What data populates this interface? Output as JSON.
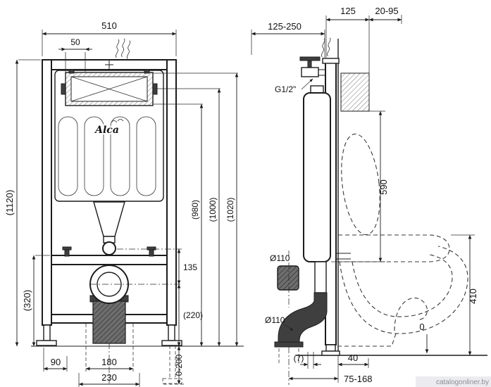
{
  "watermark": "catalogonliner.by",
  "front_view": {
    "logo": "Alca",
    "dim_width_total": "510",
    "dim_plate_offset": "50",
    "dim_height_total": "(1120)",
    "dim_lower_frame": "(320)",
    "dim_foot_offset": "90",
    "dim_drain_spacing": "180",
    "dim_base_width": "230",
    "dim_bracket_height": "135",
    "dim_drain_height": "(220)",
    "dim_leg_adjust": "0-200",
    "dim_plate_h1": "(980)",
    "dim_plate_h2": "(1000)",
    "dim_plate_h3": "(1020)"
  },
  "side_view": {
    "dim_depth_range": "125-250",
    "dim_depth": "125",
    "dim_wall_range": "20-95",
    "label_supply": "G1/2\"",
    "dim_cistern_height": "590",
    "label_outlet_upper": "Ø110",
    "label_outlet_lower": "Ø110",
    "dim_seat_height": "410",
    "label_floor_zero": "0",
    "dim_gap": "(7)",
    "dim_outlet_wall": "40",
    "dim_outlet_range": "75-168"
  }
}
